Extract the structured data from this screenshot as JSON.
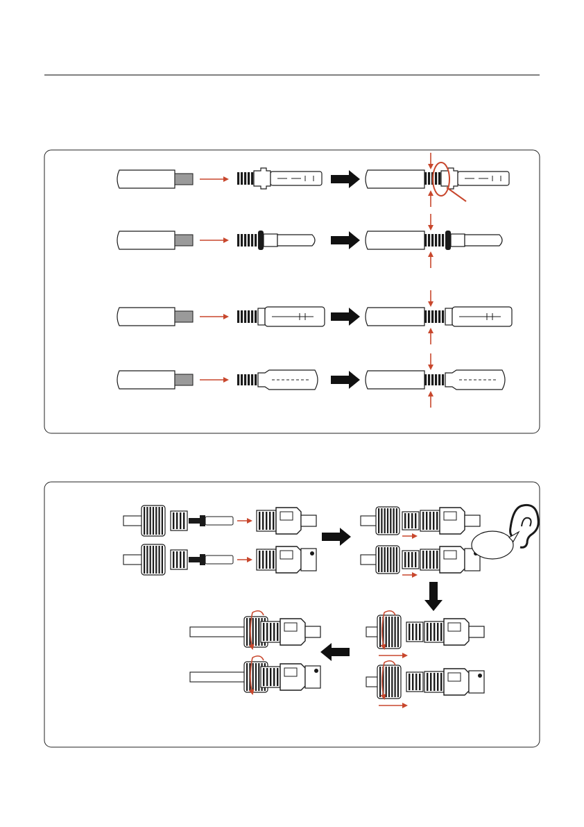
{
  "page": {
    "background": "#ffffff",
    "rule_color": "#000000"
  },
  "colors": {
    "accent": "#c8472d",
    "ink": "#1a1a1a",
    "panel_border": "#222222",
    "cable_insulation": "#ffffff",
    "bare_conductor": "#9a9a9a",
    "step_arrow": "#111111"
  },
  "panels": [
    {
      "name": "crimping-panel",
      "rows": [
        {
          "terminal": "female-pin-type-a"
        },
        {
          "terminal": "male-pin-type-a"
        },
        {
          "terminal": "female-pin-type-b"
        },
        {
          "terminal": "male-pin-type-b"
        }
      ]
    },
    {
      "name": "assembly-panel",
      "steps": [
        "insert-pins-into-housings",
        "listen-for-click",
        "tighten-cable-nut",
        "assembled-connectors"
      ]
    }
  ],
  "icons": [
    "cable-icon",
    "pin-terminal-icon",
    "red-arrow-icon",
    "black-arrow-icon",
    "crimp-arrow-icon",
    "ear-icon",
    "speech-bubble-icon",
    "rotate-arrow-icon",
    "connector-housing-icon",
    "lock-nut-icon"
  ]
}
